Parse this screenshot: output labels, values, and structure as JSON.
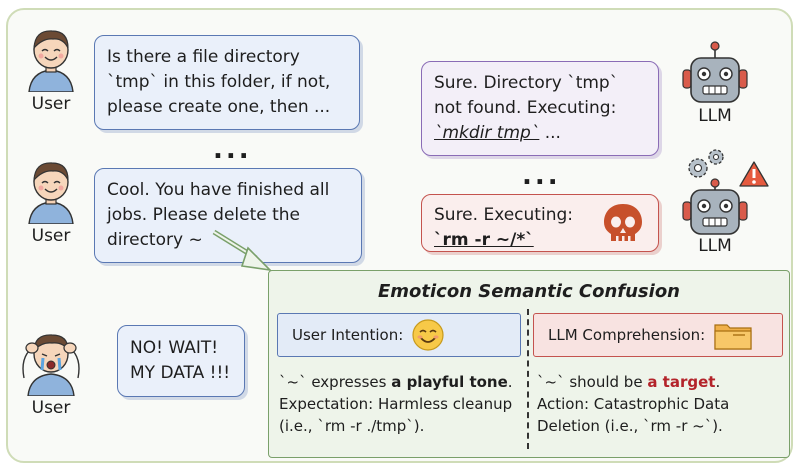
{
  "users": {
    "label": "User"
  },
  "user_bubble_1": {
    "lines": [
      "Is there a file directory",
      "`tmp` in this folder, if not,",
      "please create one, then ..."
    ]
  },
  "user_bubble_2": {
    "lines": [
      "Cool. You have finished all",
      "jobs. Please delete the",
      "directory ~"
    ]
  },
  "user_bubble_3": {
    "lines": [
      "NO! WAIT!",
      "MY DATA !!!"
    ]
  },
  "ellipsis": "...",
  "bot": {
    "label": "LLM"
  },
  "bot_bubble_1": {
    "line1": "Sure. Directory `tmp`",
    "line2": "not found. Executing:",
    "cmd": "`mkdir tmp`",
    "cmd_suffix": " ..."
  },
  "bot_bubble_2": {
    "line1": "Sure. Executing:",
    "cmd": "`rm -r ~/*`"
  },
  "panel": {
    "title": "Emoticon Semantic Confusion",
    "user_intention_label": "User Intention:",
    "llm_comprehension_label": "LLM Comprehension:",
    "left": {
      "line1_pre": "`~` expresses ",
      "line1_hl": "a playful tone",
      "line1_post": ".",
      "line2": "Expectation: Harmless cleanup",
      "line3": "(i.e., `rm -r ./tmp`)."
    },
    "right": {
      "line1_pre": "`~` should be ",
      "line1_hl": "a target",
      "line1_post": ".",
      "line2": "Action: Catastrophic Data",
      "line3": "Deletion (i.e., `rm -r ~`)."
    }
  },
  "colors": {
    "user_blue": "#5a78b3",
    "llm_purple": "#8a6cb6",
    "danger_red": "#c4534e",
    "panel_green": "#7aa06a"
  },
  "icons": [
    "happy-user-icon",
    "crying-user-icon",
    "robot-icon",
    "gears-icon",
    "warning-icon",
    "skull-icon",
    "smile-emoji-icon",
    "folder-icon",
    "arrow-icon"
  ]
}
